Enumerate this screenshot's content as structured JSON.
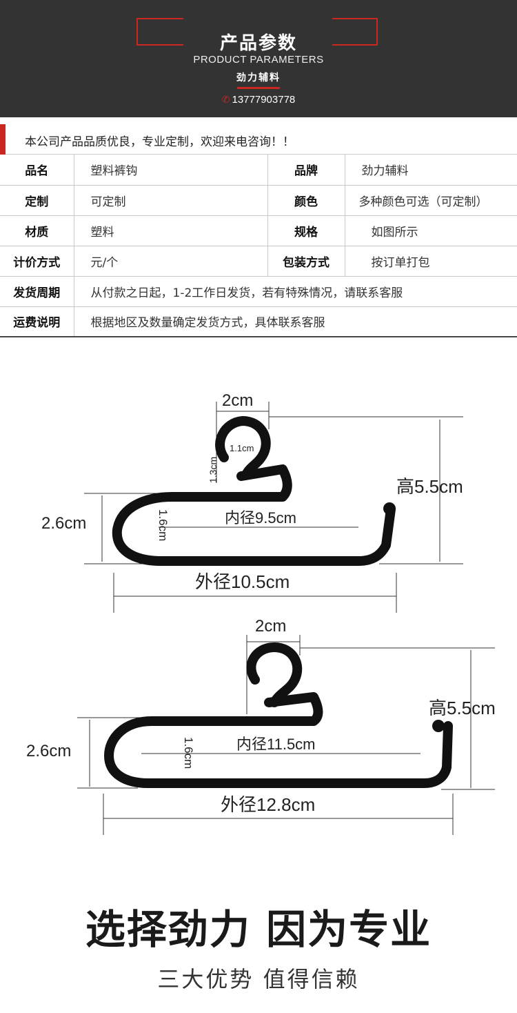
{
  "header": {
    "title": "产品参数",
    "subtitle_en": "PRODUCT PARAMETERS",
    "brand": "劲力辅料",
    "phone": "13777903778",
    "accent_color": "#c9271f",
    "background_color": "#333333",
    "phone_icon": "phone-icon"
  },
  "notice": "本公司产品品质优良，专业定制，欢迎来电咨询！！",
  "specs": {
    "name_label": "品名",
    "name_value": "塑料裤钩",
    "brand_label": "品牌",
    "brand_value": "劲力辅料",
    "custom_label": "定制",
    "custom_value": "可定制",
    "color_label": "颜色",
    "color_value": "多种颜色可选（可定制）",
    "material_label": "材质",
    "material_value": "塑料",
    "size_label": "规格",
    "size_value": "如图所示",
    "pricing_label": "计价方式",
    "pricing_value": "元/个",
    "packing_label": "包装方式",
    "packing_value": "按订单打包",
    "delivery_label": "发货周期",
    "delivery_value": "从付款之日起，1-2工作日发货，若有特殊情况，请联系客服",
    "shipping_label": "运费说明",
    "shipping_value": "根据地区及数量确定发货方式，具体联系客服"
  },
  "diagram": {
    "hanger_small": {
      "hook_width": "2cm",
      "hook_inner": "1.1cm",
      "neck": "1.3cm",
      "height": "高5.5cm",
      "depth": "2.6cm",
      "inner_depth": "1.6cm",
      "inner_length": "内径9.5cm",
      "outer_length": "外径10.5cm"
    },
    "hanger_large": {
      "hook_width": "2cm",
      "height": "高5.5cm",
      "depth": "2.6cm",
      "inner_depth": "1.6cm",
      "inner_length": "内径11.5cm",
      "outer_length": "外径12.8cm"
    }
  },
  "footer": {
    "slogan": "选择劲力 因为专业",
    "subtitle": "三大优势 值得信赖"
  }
}
